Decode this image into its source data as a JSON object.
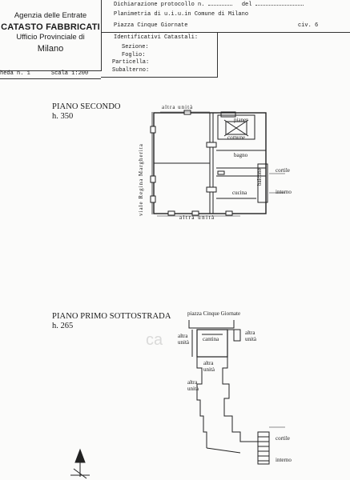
{
  "agency": {
    "line1": "Agenzia delle Entrate",
    "line2": "CATASTO FABBRICATI",
    "line3": "Ufficio Provinciale di",
    "line4": "Milano"
  },
  "sheet": {
    "scheda": "heda n. 1",
    "scala": "Scala 1:200"
  },
  "declaration": {
    "protocol_label": "Dichiarazione protocollo n.",
    "protocol_del": "del",
    "planimetria": "Planimetria di u.i.u.in Comune di Milano",
    "address": "Piazza Cinque Giornate",
    "civ": "civ. 6"
  },
  "catasto": {
    "title": "Identificativi Catastali:",
    "sezione": "Sezione:",
    "foglio": "Foglio:",
    "particella": "Particella:",
    "subalterno": "Subalterno:"
  },
  "plan_upper": {
    "title": "PIANO SECONDO",
    "height": "h. 350",
    "altra_unita_top": "altra unità",
    "altra_unita_bottom": "altra unità",
    "street": "viale Regina Margherita",
    "rooms": {
      "pianerottolo": "pianer",
      "comune": "comune",
      "bagno": "bagno",
      "cucina": "cucina",
      "balcone": "balcone",
      "cortile": "cortile",
      "interno": "interno"
    }
  },
  "plan_lower": {
    "title": "PIANO PRIMO SOTTOSTRADA",
    "height": "h. 265",
    "piazza": "piazza Cinque Giornate",
    "cantina": "cantina",
    "altra_unita_left": "altra unità",
    "altra_unita_right": "altra unità",
    "altra_unita_below": "altra unità",
    "altra_unita_bottom_left": "altra unità",
    "cortile": "cortile",
    "interno": "interno"
  },
  "watermark": "ca"
}
